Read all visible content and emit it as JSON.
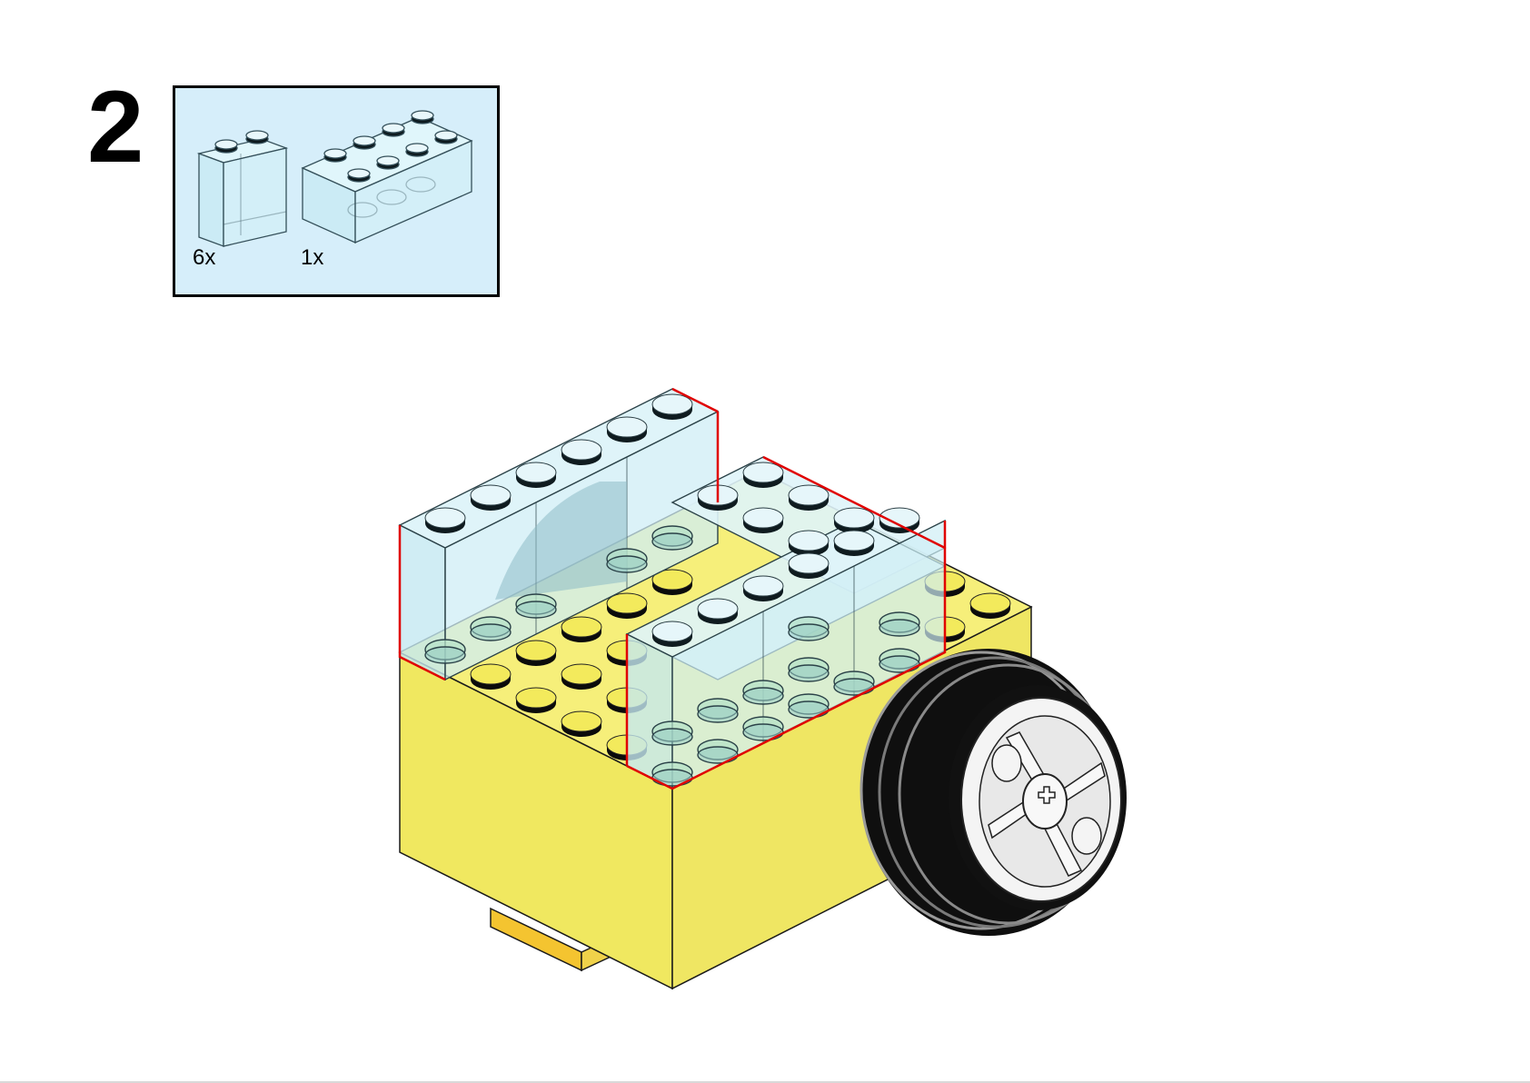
{
  "step": {
    "number": "2"
  },
  "parts_list": {
    "items": [
      {
        "quantity": "6x",
        "part": "brick-1x2-trans-clear-icon"
      },
      {
        "quantity": "1x",
        "part": "brick-2x4-trans-clear-icon"
      }
    ]
  },
  "colors": {
    "parts_box_bg": "#d6eefa",
    "yellow_brick": "#f0e860",
    "trans_clear_brick": "#cdeef4",
    "new_part_highlight": "#e00000",
    "tire": "#111111",
    "rim": "#f4f4f4"
  }
}
